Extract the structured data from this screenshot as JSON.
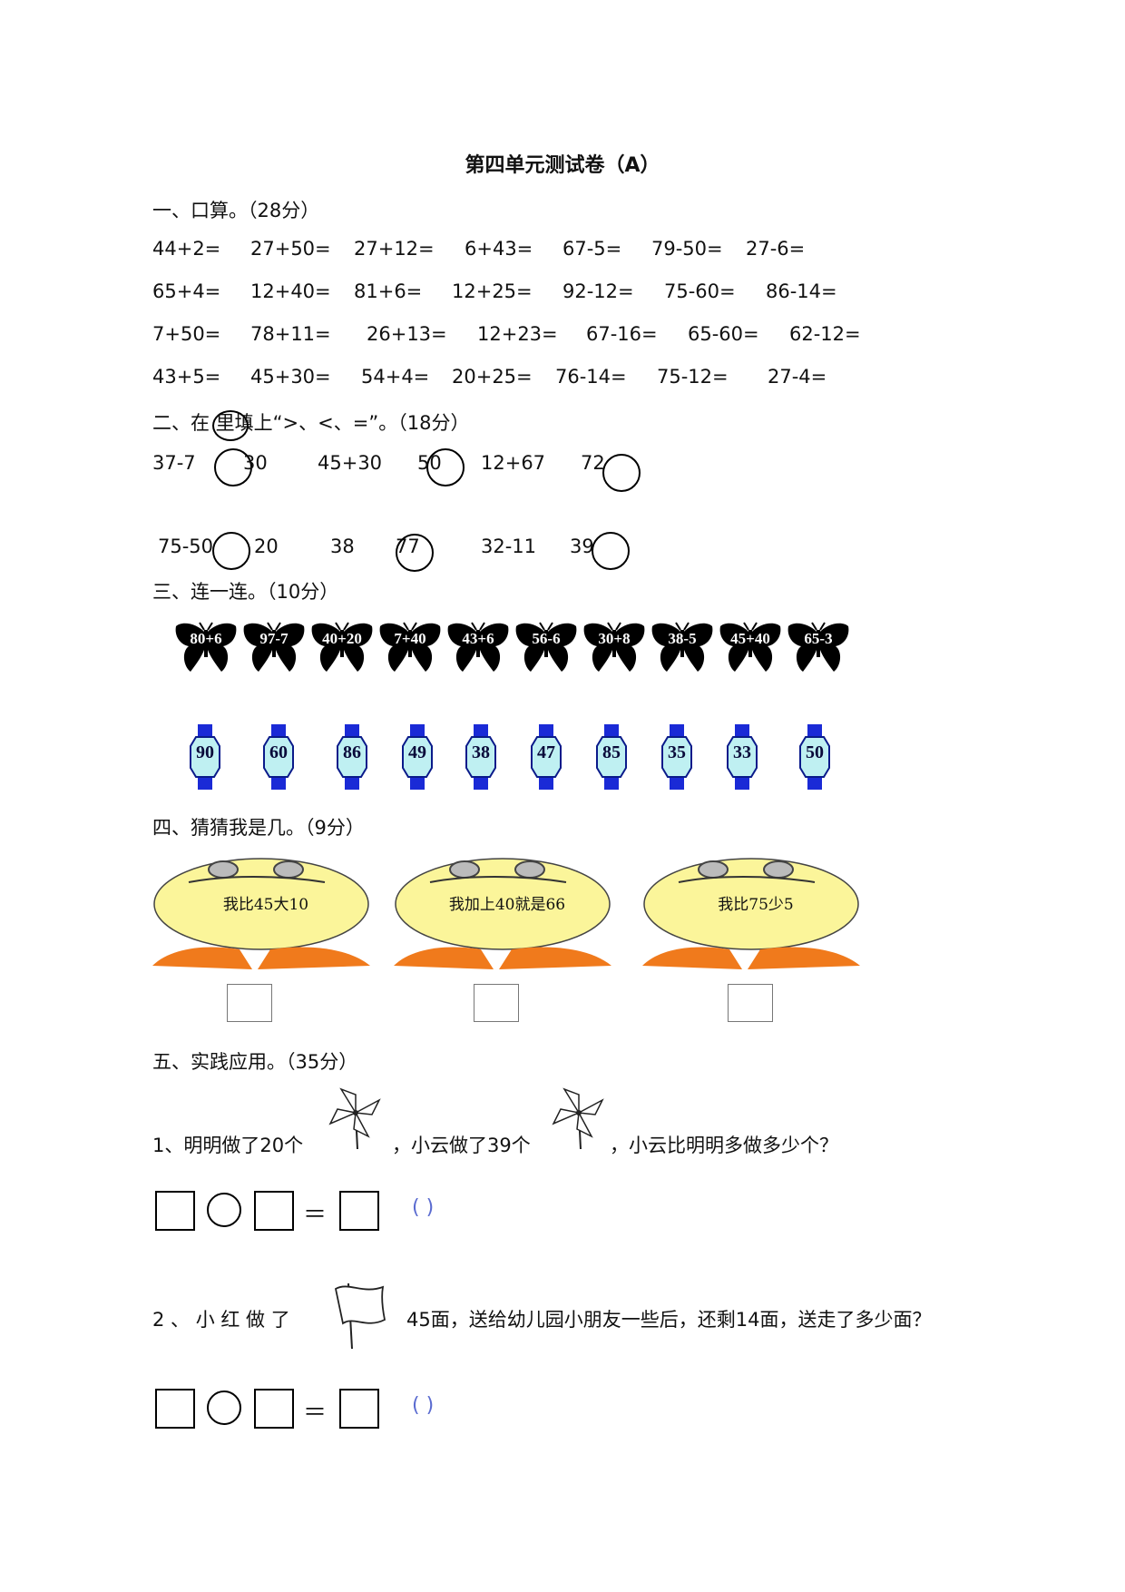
{
  "title": "第四单元测试卷（A）",
  "section1": {
    "heading": "一、口算。（28分）",
    "rows": [
      [
        "44+2=",
        "27+50=",
        "27+12=",
        "6+43=",
        "67-5=",
        "79-50=",
        "27-6="
      ],
      [
        "65+4=",
        "12+40=",
        "81+6=",
        "12+25=",
        "92-12=",
        "75-60=",
        "86-14="
      ],
      [
        "7+50=",
        "78+11=",
        "26+13=",
        "12+23=",
        "67-16=",
        "65-60=",
        "62-12="
      ],
      [
        "43+5=",
        "45+30=",
        "54+4=",
        "20+25=",
        "76-14=",
        "75-12=",
        "27-4="
      ]
    ]
  },
  "section2": {
    "heading": "二、在 里填上“>、<、=”。（18分）",
    "row1": [
      "37-7",
      "30",
      "45+30",
      "50",
      "12+67",
      "72"
    ],
    "row2": [
      "75-50",
      "20",
      "38",
      "77",
      "32-11",
      "39"
    ]
  },
  "section3": {
    "heading": "三、连一连。（10分）",
    "butterflies": [
      "80+6",
      "97-7",
      "40+20",
      "7+40",
      "43+6",
      "56-6",
      "30+8",
      "38-5",
      "45+40",
      "65-3"
    ],
    "watches": [
      "90",
      "60",
      "86",
      "49",
      "38",
      "47",
      "85",
      "35",
      "33",
      "50"
    ]
  },
  "section4": {
    "heading": "四、猜猜我是几。（9分）",
    "clues": [
      "我比45大10",
      "我加上40就是66",
      "我比75少5"
    ]
  },
  "section5": {
    "heading": "五、实践应用。（35分）",
    "q1": {
      "part1": "1、明明做了20个",
      "part2": "，小云做了39个",
      "part3": "，小云比明明多做多少个？"
    },
    "q2": {
      "part1": "2 、 小 红 做 了",
      "part2": "45面，送给幼儿园小朋友一些后，还剩14面，送走了多少面？"
    },
    "equals": "＝",
    "paren": "(     )"
  },
  "colors": {
    "ink": "#111111",
    "watch_blue": "#1a2ad6",
    "watch_face": "#bff0f2",
    "frog_body": "#fbf59a",
    "frog_feet": "#f07a1c",
    "paren": "#5a6bd0"
  }
}
